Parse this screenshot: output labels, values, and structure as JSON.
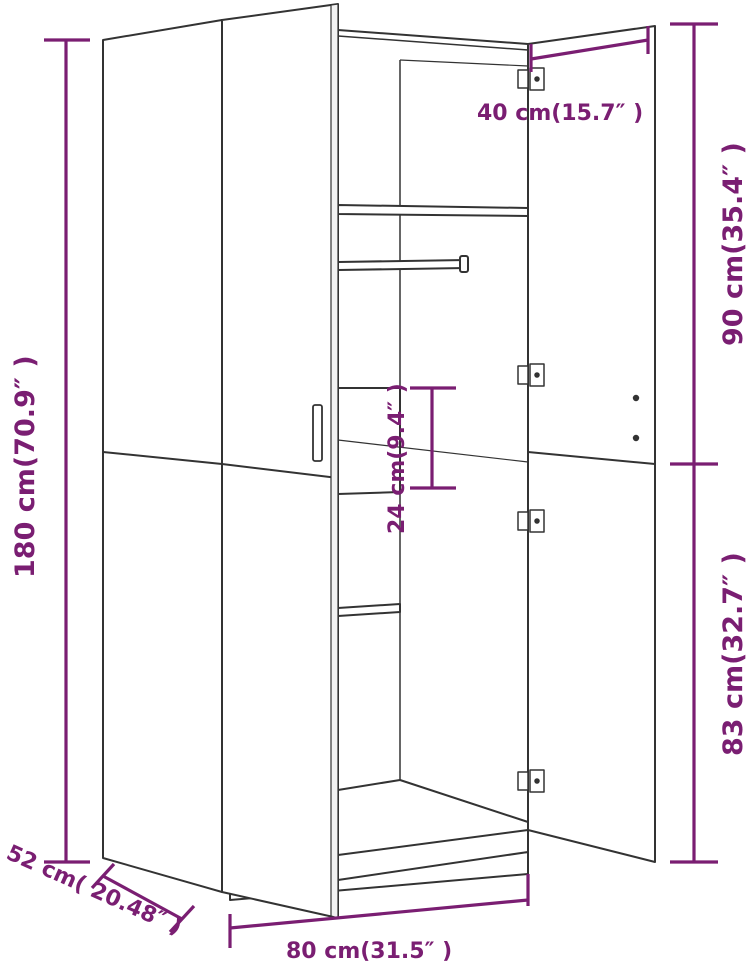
{
  "diagram": {
    "colors": {
      "dimension": "#7a1e72",
      "outline": "#333333",
      "panel": "#ffffff"
    },
    "labels": {
      "height_total": "180 cm(70.9″ )",
      "height_top": "90 cm(35.4″ )",
      "height_bottom": "83 cm(32.7″ )",
      "depth": "52 cm( 20.48″ )",
      "width": "80 cm(31.5″ )",
      "door_width": "40 cm(15.7″ )",
      "drawer_height": "24 cm(9.4″ )"
    }
  }
}
